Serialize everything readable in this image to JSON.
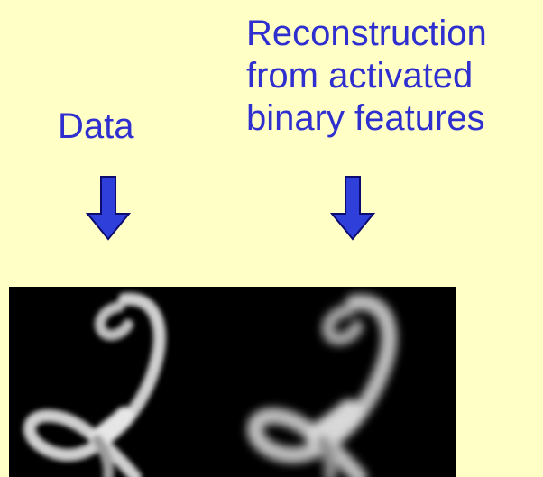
{
  "labels": {
    "data": "Data",
    "reconstruction": [
      "Reconstruction",
      "from activated",
      "binary features"
    ]
  },
  "colors": {
    "background": "#ffffc6",
    "text": "#2f2fd0",
    "arrow_fill": "#2f3fd9",
    "arrow_stroke": "#0b0b70",
    "image_background": "#000000"
  },
  "images": [
    {
      "name": "data-digit-image",
      "depicts": "handwritten digit 2"
    },
    {
      "name": "reconstruction-digit-image",
      "depicts": "handwritten digit 2"
    }
  ]
}
